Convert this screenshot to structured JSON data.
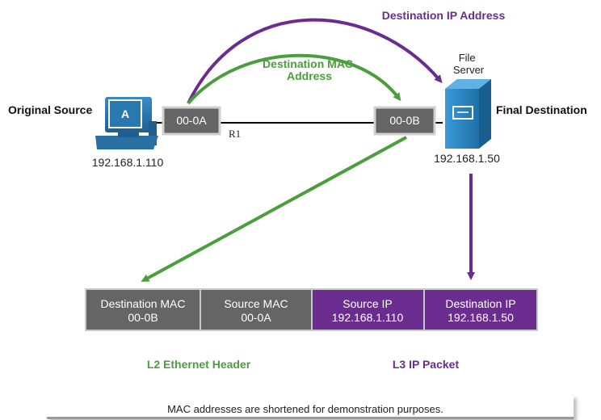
{
  "top_arrow_label": "Destination IP Address",
  "mid_arrow_label": [
    "Destination MAC",
    "Address"
  ],
  "source": {
    "label": "Original Source",
    "pc_letter": "A",
    "ip": "192.168.1.110"
  },
  "destination": {
    "device_label": [
      "File",
      "Server"
    ],
    "label": "Final Destination",
    "ip": "192.168.1.50"
  },
  "link": {
    "mac_left": "00-0A",
    "mac_right": "00-0B",
    "link_label": "R1"
  },
  "header_fields": [
    {
      "line1": "Destination MAC",
      "line2": "00-0B",
      "kind": "l2"
    },
    {
      "line1": "Source MAC",
      "line2": "00-0A",
      "kind": "l2"
    },
    {
      "line1": "Source IP",
      "line2": "192.168.1.110",
      "kind": "l3"
    },
    {
      "line1": "Destination IP",
      "line2": "192.168.1.50",
      "kind": "l3"
    }
  ],
  "l2_label": "L2 Ethernet Header",
  "l3_label": "L3 IP Packet",
  "footnote": "MAC addresses are shortened for demonstration purposes.",
  "colors": {
    "purple": "#6a2c91",
    "green": "#4a9e3c",
    "gray_box": "#666565",
    "purple_box": "#6b2c8f",
    "pc_blue": "#2a78b0",
    "server_blue": "#2c86c4"
  }
}
